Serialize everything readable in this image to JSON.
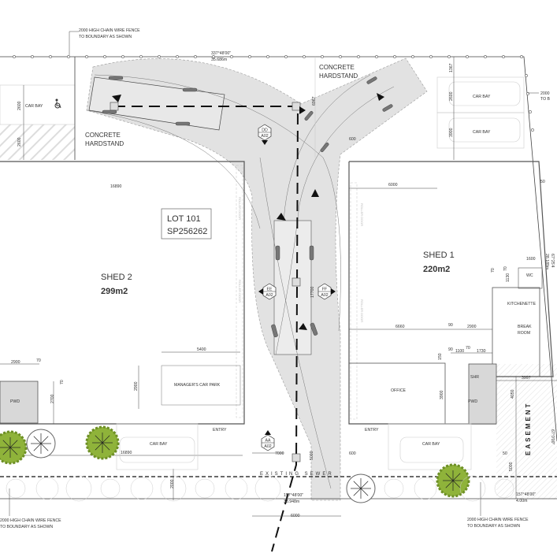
{
  "colors": {
    "driveway": "#e2e2e2",
    "tree": "#8fb33a",
    "room_fill": "#d8d8d8",
    "line": "#444444"
  },
  "fence_note_top": {
    "line1": "2000 HIGH CHAIN WIRE FENCE",
    "line2": "TO BOUNDARY AS SHOWN"
  },
  "fence_note_bottom_left": {
    "line1": "2000 HIGH CHAIN WIRE FENCE",
    "line2": "TO BOUNDARY AS SHOWN"
  },
  "fence_note_bottom_right": {
    "line1": "2000 HIGH CHAIN WIRE FENCE",
    "line2": "TO BOUNDARY AS SHOWN"
  },
  "fence_note_right": {
    "line1": "2000",
    "line2": "TO B"
  },
  "boundary_top": {
    "bearing": "337°48'00\"",
    "length": "35.686m"
  },
  "boundary_bottom_mid": {
    "bearing": "157°48'00\"",
    "length": "33.948m"
  },
  "boundary_bottom_right": {
    "bearing": "157°48'00\"",
    "length": "4.00m"
  },
  "boundary_right": {
    "bearing": "67°25'4",
    "length": "28.189m"
  },
  "boundary_right_lower": {
    "bearing": "67°0'00\""
  },
  "lot": {
    "number": "LOT 101",
    "plan": "SP256262"
  },
  "shed2": {
    "name": "SHED 2",
    "area": "299m2"
  },
  "shed1": {
    "name": "SHED 1",
    "area": "220m2"
  },
  "areas": {
    "hardstand_left": [
      "CONCRETE",
      "HARDSTAND"
    ],
    "hardstand_right": [
      "CONCRETE",
      "HARDSTAND"
    ],
    "car_bay": "CAR BAY",
    "managers_car_park": "MANAGER'S CAR PARK",
    "entry": "ENTRY",
    "pwd": "PWD",
    "office": "OFFICE",
    "shr": "SHR",
    "wc": "WC",
    "kitchenette": "KITCHENETTE",
    "break_room": [
      "BREAK",
      "ROOM"
    ],
    "easement": "EASEMENT",
    "existing_sewer": "EXISTING SEWER",
    "roller_door": "ROLLER DOOR"
  },
  "dimensions": {
    "d2600a": "2600",
    "d2600b": "2600",
    "d1367": "1367",
    "d2600c": "2600",
    "d3900a": "3900",
    "d6967": "6967",
    "d600a": "600",
    "d16890a": "16890",
    "d6000a": "6000",
    "d17700": "17700",
    "d1600": "1600",
    "d70a": "70",
    "d70b": "70",
    "d1130": "1130",
    "d6660": "6660",
    "d90a": "90",
    "d2900a": "2900",
    "d90b": "90",
    "d1100": "1100",
    "d70c": "70",
    "d1730": "1730",
    "d150": "150",
    "d3997": "3997",
    "d4050": "4050",
    "d3900b": "3900",
    "d50a": "50",
    "d50b": "50",
    "d5000a": "5000",
    "d7000": "7000",
    "d600b": "600",
    "d5000b": "5000",
    "d6000b": "6000",
    "d2900b": "2900",
    "d70d": "70",
    "d70e": "70",
    "d2700": "2700",
    "d5400": "5400",
    "d2900c": "2900",
    "d16890b": "16890",
    "d2000": "2000"
  },
  "section_markers": [
    {
      "id": "DD",
      "sheet": "A02",
      "pointer": "down"
    },
    {
      "id": "EE",
      "sheet": "A02",
      "pointer": "left"
    },
    {
      "id": "FF",
      "sheet": "A02",
      "pointer": "right"
    },
    {
      "id": "AA",
      "sheet": "A02",
      "pointer": "up"
    }
  ],
  "icons": [
    "accessible-parking-icon",
    "tree-icon",
    "vehicle-swept-path",
    "direction-arrow-icon"
  ]
}
